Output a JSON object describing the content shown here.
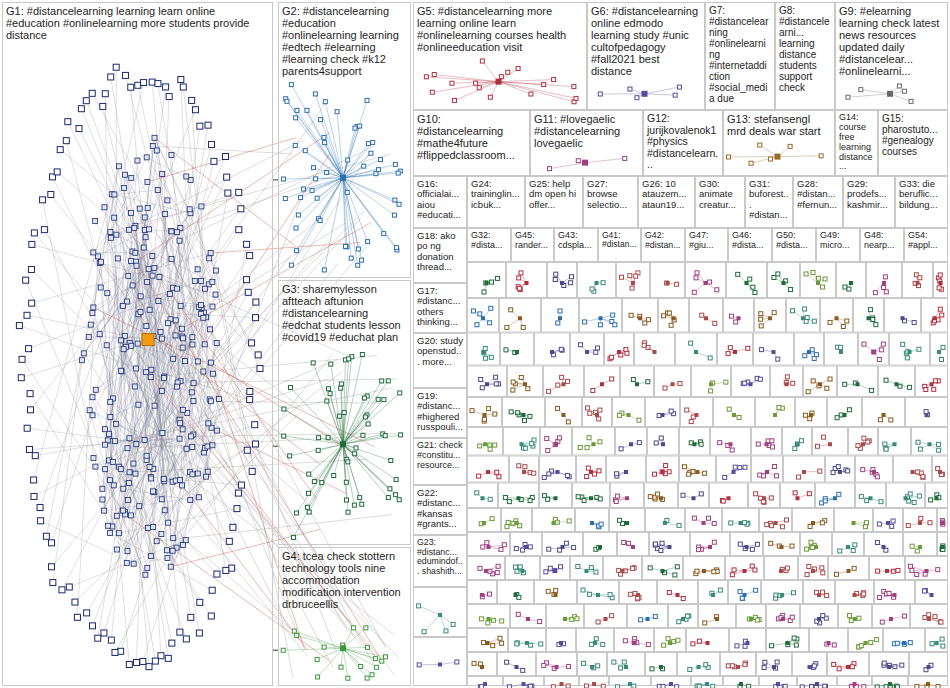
{
  "diagram": {
    "nodes": [
      {
        "text": [
          "G1: #distancelearning learning learn online #education #onlinelearning more students provide distance"
        ]
      },
      {
        "text": [
          "G2: #distancelearning #education #onlinelearning learning #edtech #elearning #learning check #k12 parents4support"
        ]
      },
      {
        "text": [
          "G3: sharemylesson aftteach aftunion #distancelearning #edchat students lesson #covid19 #educhat plan"
        ]
      },
      {
        "text": [
          "G4: tcea check stottern technology tools nine accommodation modification intervention drbruceellis"
        ]
      },
      {
        "text": [
          "G5: #distancelearning more learning online learn #onlinelearning courses health #onlineeducation visit"
        ]
      },
      {
        "text": [
          "G6: #distancelearning online edmodo learning study #unic cultofpedagogy #fall2021 best distance"
        ]
      },
      {
        "text": [
          "G7: #distancelearning #onlinelearning #internetaddiction #social_media due"
        ]
      },
      {
        "text": [
          "G8: #distancelearni... learning distance students support check"
        ]
      },
      {
        "text": [
          "G9: #elearning learning check latest news resources updated daily #distancelear... #onlinelearni..."
        ]
      },
      {
        "text": [
          "G10: #distancelearning #mathe4future #flippedclassroom..."
        ]
      },
      {
        "text": [
          "G11: #lovegaelic #distancelearning lovegaelic"
        ]
      },
      {
        "text": [
          "G12: jurijkovalenok1 #physics #distancelearn..."
        ]
      },
      {
        "text": [
          "G13: stefansengl mrd deals war start"
        ]
      },
      {
        "text": [
          "G14: course free learning distance..."
        ]
      },
      {
        "text": [
          "G15: pharostuto... #genealogy courses"
        ]
      },
      {
        "text": [
          "G16: officialai... aiou #educati..."
        ]
      },
      {
        "text": [
          "G24: traininglin... icbuk..."
        ]
      },
      {
        "text": [
          "G25: help dm open hi offer..."
        ]
      },
      {
        "text": [
          "G27: browse selectio..."
        ]
      },
      {
        "text": [
          "G26: 10 atauzem... ataun19..."
        ]
      },
      {
        "text": [
          "G30: animate creatur..."
        ]
      },
      {
        "text": [
          "G31: buforest... #distan..."
        ]
      },
      {
        "text": [
          "G28: #distan... #fernun..."
        ]
      },
      {
        "text": [
          "G29: prodefs... kashmir..."
        ]
      },
      {
        "text": [
          "G33: die beruflic... bildung..."
        ]
      },
      {
        "text": [
          "G18: ako po ng donation thread..."
        ]
      },
      {
        "text": [
          "G17: #distanc... others thinking..."
        ]
      },
      {
        "text": [
          "G20: study openstud... more..."
        ]
      },
      {
        "text": [
          "G19: #distanc... #highered russpouli..."
        ]
      },
      {
        "text": [
          "G21: check #constitu... resource..."
        ]
      },
      {
        "text": [
          "G22: #distanc... #kansas #grants..."
        ]
      },
      {
        "text": [
          "G23: #distanc... edumindof... shashith..."
        ]
      },
      {
        "text": [
          "G32: #dista..."
        ]
      },
      {
        "text": [
          "G45: rander..."
        ]
      },
      {
        "text": [
          "G43: cdspla..."
        ]
      },
      {
        "text": [
          "G41: #distan..."
        ]
      },
      {
        "text": [
          "G42: #distan..."
        ]
      },
      {
        "text": [
          "G47: #giu..."
        ]
      },
      {
        "text": [
          "G46: #dista..."
        ]
      },
      {
        "text": [
          "G50: #dista..."
        ]
      },
      {
        "text": [
          "G49: micro..."
        ]
      },
      {
        "text": [
          "G48: nearp..."
        ]
      },
      {
        "text": [
          "G54: #appl..."
        ]
      }
    ],
    "edges": [
      {
        "from": 0,
        "to": 1,
        "arrow": "none"
      },
      {
        "from": 0,
        "to": 2,
        "arrow": "none"
      },
      {
        "from": 0,
        "to": 3,
        "arrow": "none"
      }
    ]
  }
}
